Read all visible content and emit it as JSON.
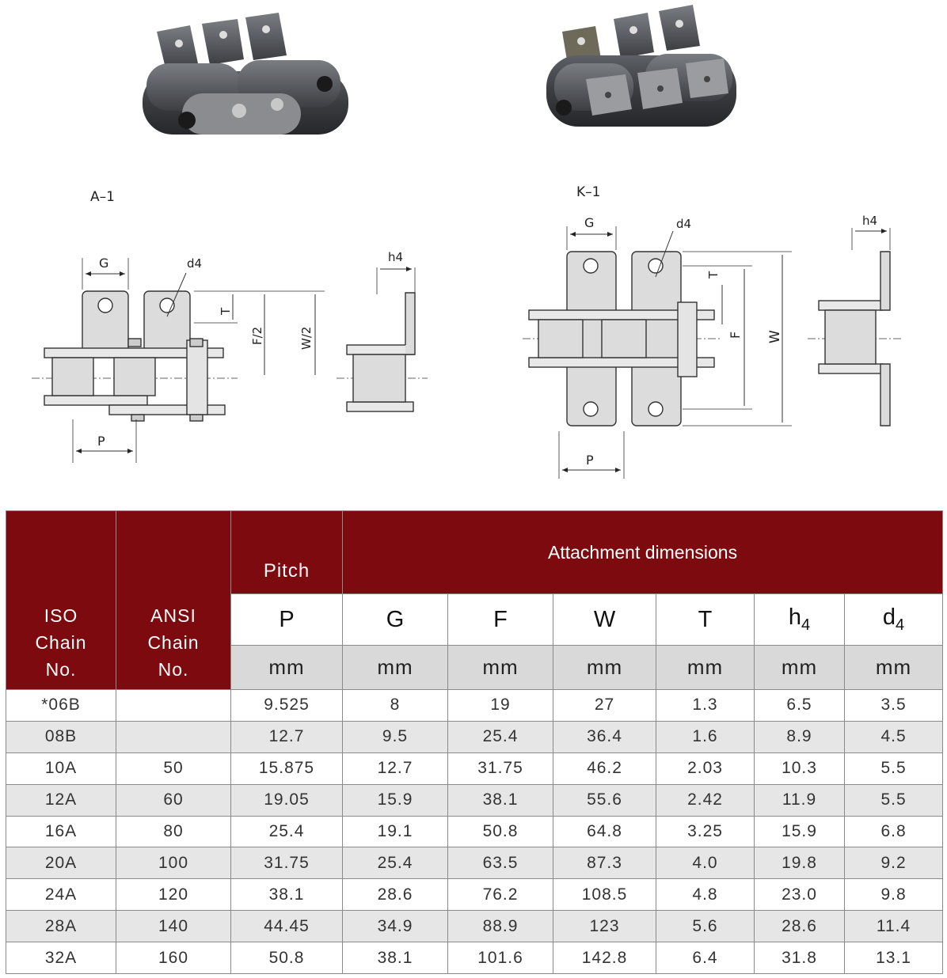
{
  "figures": {
    "a1_label": "A–1",
    "k1_label": "K–1",
    "dims": {
      "G": "G",
      "P": "P",
      "d4": "d4",
      "h4": "h4",
      "T": "T",
      "F2": "F/2",
      "W2": "W/2",
      "F": "F",
      "W": "W"
    }
  },
  "table": {
    "header": {
      "iso": [
        "ISO",
        "Chain",
        "No."
      ],
      "ansi": [
        "ANSI",
        "Chain",
        "No."
      ],
      "pitch": "Pitch",
      "attachment": "Attachment dimensions",
      "symbols": [
        "P",
        "G",
        "F",
        "W",
        "T",
        "h",
        "d"
      ],
      "h_sub": "4",
      "d_sub": "4",
      "unit": "mm"
    },
    "rows": [
      [
        "*06B",
        "",
        "9.525",
        "8",
        "19",
        "27",
        "1.3",
        "6.5",
        "3.5"
      ],
      [
        "08B",
        "",
        "12.7",
        "9.5",
        "25.4",
        "36.4",
        "1.6",
        "8.9",
        "4.5"
      ],
      [
        "10A",
        "50",
        "15.875",
        "12.7",
        "31.75",
        "46.2",
        "2.03",
        "10.3",
        "5.5"
      ],
      [
        "12A",
        "60",
        "19.05",
        "15.9",
        "38.1",
        "55.6",
        "2.42",
        "11.9",
        "5.5"
      ],
      [
        "16A",
        "80",
        "25.4",
        "19.1",
        "50.8",
        "64.8",
        "3.25",
        "15.9",
        "6.8"
      ],
      [
        "20A",
        "100",
        "31.75",
        "25.4",
        "63.5",
        "87.3",
        "4.0",
        "19.8",
        "9.2"
      ],
      [
        "24A",
        "120",
        "38.1",
        "28.6",
        "76.2",
        "108.5",
        "4.8",
        "23.0",
        "9.8"
      ],
      [
        "28A",
        "140",
        "44.45",
        "34.9",
        "88.9",
        "123",
        "5.6",
        "28.6",
        "11.4"
      ],
      [
        "32A",
        "160",
        "50.8",
        "38.1",
        "101.6",
        "142.8",
        "6.4",
        "31.8",
        "13.1"
      ]
    ]
  },
  "colors": {
    "header_bg": "#7d0a0e",
    "unit_row_bg": "#d9d9d9",
    "alt_row_bg": "#e6e6e6"
  }
}
